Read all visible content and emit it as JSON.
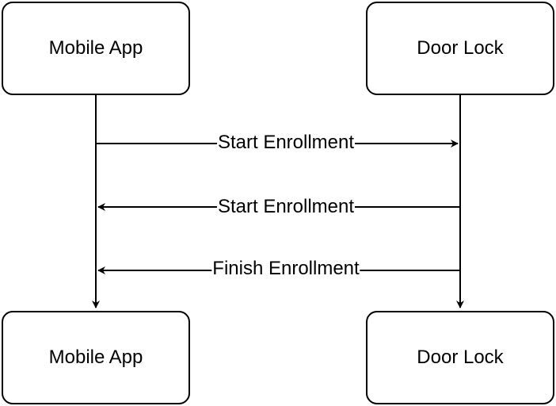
{
  "participants": {
    "app_top": "Mobile App",
    "lock_top": "Door Lock",
    "app_bottom": "Mobile App",
    "lock_bottom": "Door Lock"
  },
  "messages": [
    {
      "label": "Start Enrollment",
      "from": "Mobile App",
      "to": "Door Lock"
    },
    {
      "label": "Start Enrollment",
      "from": "Door Lock",
      "to": "Mobile App"
    },
    {
      "label": "Finish Enrollment",
      "from": "Door Lock",
      "to": "Mobile App"
    }
  ],
  "colors": {
    "stroke": "#000000",
    "background": "#ffffff"
  }
}
